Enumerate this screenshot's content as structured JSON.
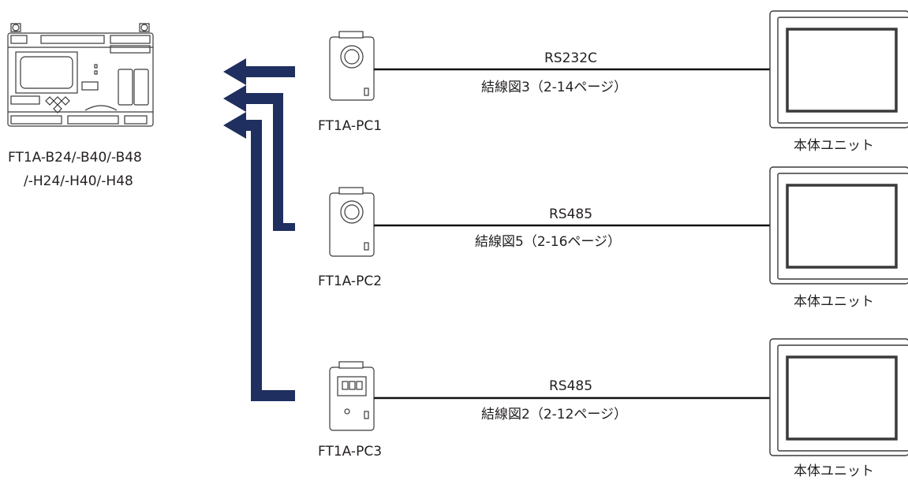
{
  "plc": {
    "model_line1": "FT1A-B24/-B40/-B48",
    "model_line2": "/-H24/-H40/-H48"
  },
  "connections": [
    {
      "module": "FT1A-PC1",
      "protocol": "RS232C",
      "wiring": "結線図3（2-14ページ）",
      "unit": "本体ユニット"
    },
    {
      "module": "FT1A-PC2",
      "protocol": "RS485",
      "wiring": "結線図5（2-16ページ）",
      "unit": "本体ユニット"
    },
    {
      "module": "FT1A-PC3",
      "protocol": "RS485",
      "wiring": "結線図2（2-12ページ）",
      "unit": "本体ユニット"
    }
  ],
  "colors": {
    "arrow": "#1f2f5f",
    "line": "#111111",
    "outline": "#3a3a3a"
  }
}
